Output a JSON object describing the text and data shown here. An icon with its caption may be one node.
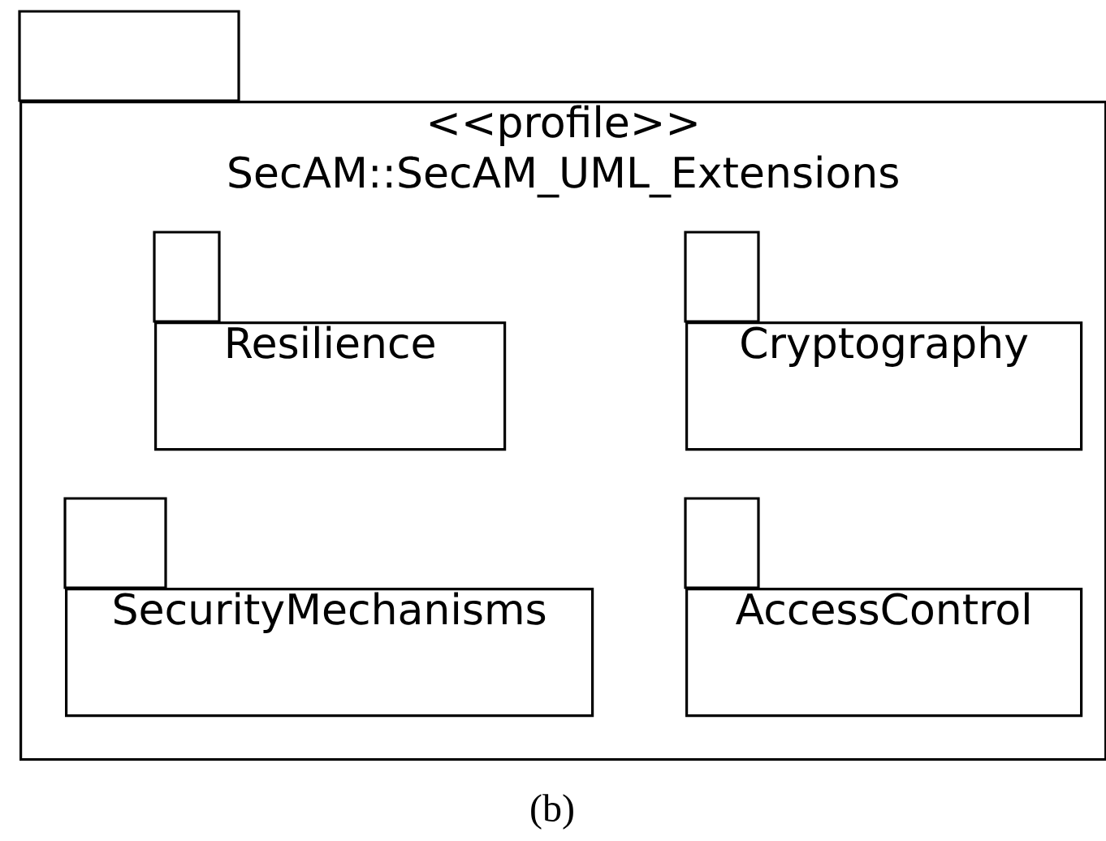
{
  "diagram": {
    "caption": "(b)",
    "nodes": [
      {
        "text": [
          "<<profile>>",
          "SecAM::SecAM_UML_Extensions"
        ]
      },
      {
        "text": [
          "Resilience"
        ],
        "in": 0
      },
      {
        "text": [
          "Cryptography"
        ],
        "in": 0
      },
      {
        "text": [
          "SecurityMechanisms"
        ],
        "in": 0
      },
      {
        "text": [
          "AccessControl"
        ],
        "in": 0
      }
    ]
  }
}
